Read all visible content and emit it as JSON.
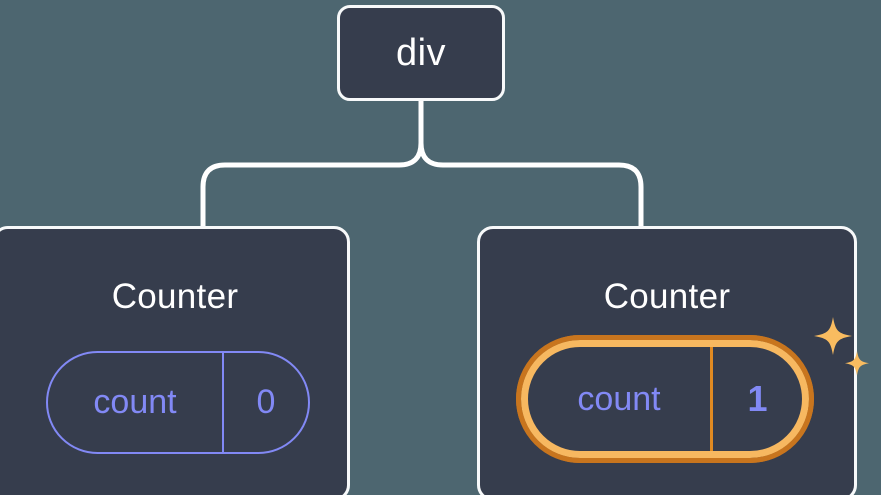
{
  "diagram": {
    "type": "component-tree",
    "background_color": "#4d6670",
    "node_fill_color": "#363d4d",
    "node_border_color": "#f7f9fa",
    "connector_color": "#ffffff",
    "accent_state_color": "#8289f5",
    "highlight_outer_color": "#c8751e",
    "highlight_inner_color": "#f7b860",
    "sparkle_color": "#f9bc60"
  },
  "root": {
    "label": "div"
  },
  "children": [
    {
      "title": "Counter",
      "state": {
        "key": "count",
        "value": "0"
      },
      "highlighted": false
    },
    {
      "title": "Counter",
      "state": {
        "key": "count",
        "value": "1"
      },
      "highlighted": true
    }
  ],
  "icons": {
    "sparkle_large": "sparkle-icon",
    "sparkle_small": "sparkle-icon"
  }
}
